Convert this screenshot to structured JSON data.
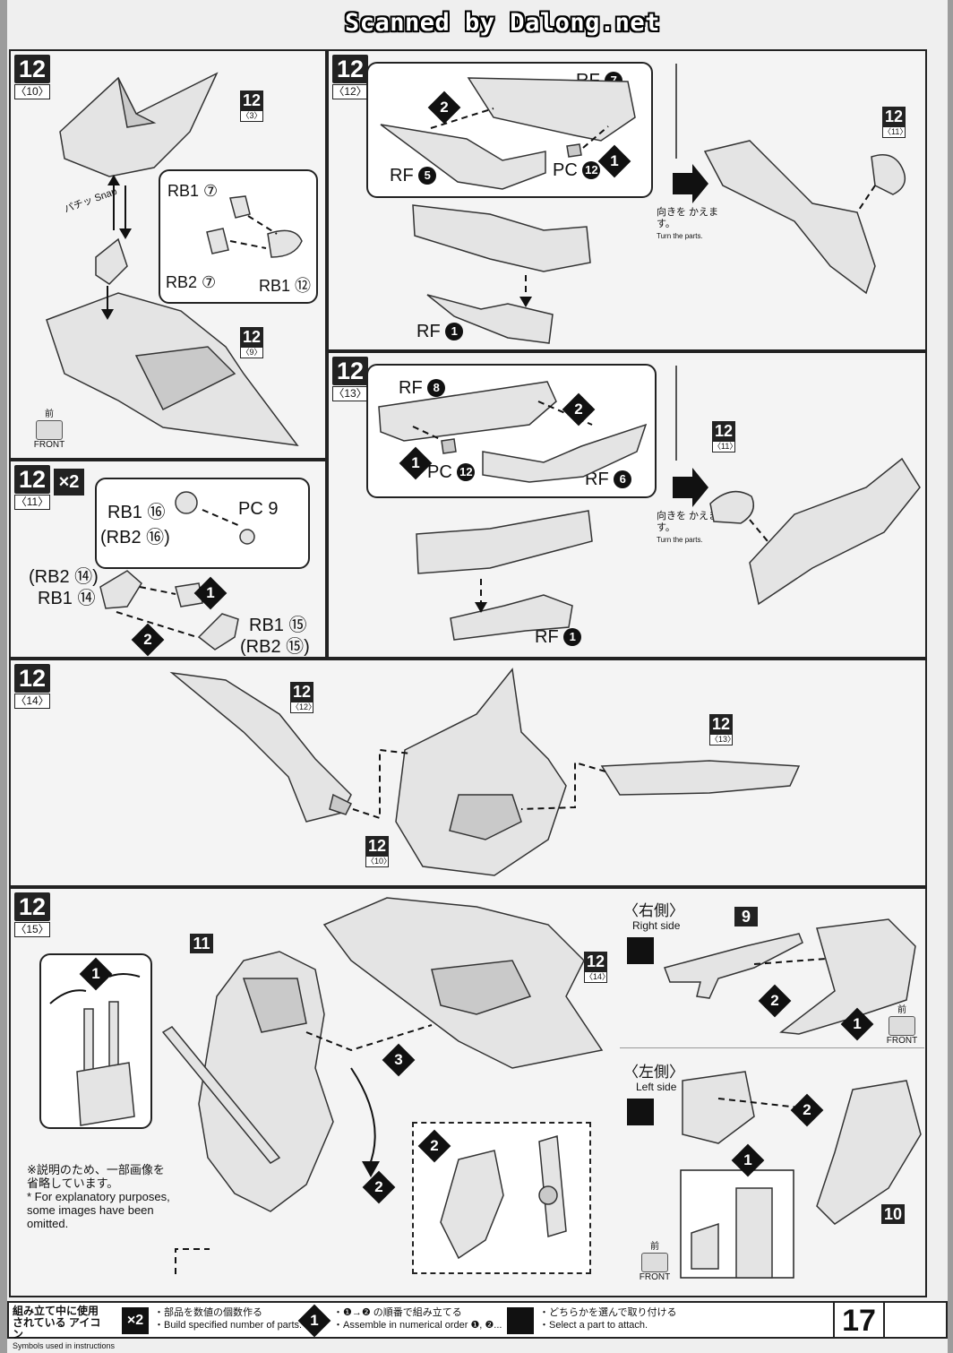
{
  "watermark": "Scanned by Dalong.net",
  "steps": {
    "s10": {
      "num": "12",
      "sub": "〈10〉",
      "ref3": {
        "num": "12",
        "sub": "〈3〉"
      },
      "ref9": {
        "num": "12",
        "sub": "〈9〉"
      },
      "snap": "パチッ Snap",
      "labels": [
        "RB1 ⑦",
        "RB2 ⑦",
        "RB1 ⑫"
      ],
      "front": {
        "jp": "前",
        "en": "FRONT"
      }
    },
    "s12": {
      "num": "12",
      "sub": "〈12〉",
      "labels": {
        "rf7": "RF",
        "rf7n": "7",
        "rf5": "RF",
        "rf5n": "5",
        "pc": "PC",
        "pcn": "12",
        "rf1": "RF",
        "rf1n": "1"
      },
      "turn": {
        "jp": "向きを かえます。",
        "en": "Turn the parts."
      },
      "ref11": {
        "num": "12",
        "sub": "〈11〉"
      }
    },
    "s11": {
      "num": "12",
      "sub": "〈11〉",
      "mult": "×2",
      "labels": {
        "pc9": "PC 9",
        "rb1_16": "RB1 ⑯",
        "rb2_16": "(RB2 ⑯)",
        "rb2_14": "(RB2 ⑭)",
        "rb1_14": "RB1 ⑭",
        "rb1_15": "RB1 ⑮",
        "rb2_15": "(RB2 ⑮)"
      }
    },
    "s13": {
      "num": "12",
      "sub": "〈13〉",
      "labels": {
        "rf8": "RF",
        "rf8n": "8",
        "pc": "PC",
        "pcn": "12",
        "rf6": "RF",
        "rf6n": "6",
        "rf1": "RF",
        "rf1n": "1"
      },
      "turn": {
        "jp": "向きを かえます。",
        "en": "Turn the parts."
      },
      "ref11": {
        "num": "12",
        "sub": "〈11〉"
      }
    },
    "s14": {
      "num": "12",
      "sub": "〈14〉",
      "ref12": {
        "num": "12",
        "sub": "〈12〉"
      },
      "ref13": {
        "num": "12",
        "sub": "〈13〉"
      },
      "ref10": {
        "num": "12",
        "sub": "〈10〉"
      }
    },
    "s15": {
      "num": "12",
      "sub": "〈15〉",
      "ref14": {
        "num": "12",
        "sub": "〈14〉"
      },
      "part11": "11",
      "note_jp": "※説明のため、一部画像を 省略しています。",
      "note_en": "* For explanatory purposes, some images have been omitted.",
      "right": {
        "jp": "〈右側〉",
        "en": "Right side",
        "part": "9"
      },
      "left": {
        "jp": "〈左側〉",
        "en": "Left side",
        "part": "10"
      },
      "front": {
        "jp": "前",
        "en": "FRONT"
      }
    }
  },
  "legend": {
    "title_jp": "組み立て中に使用 されている アイコン",
    "title_en": "Symbols used in instructions",
    "items": [
      {
        "icon": "×2",
        "jp": "・部品を数値の個数作る",
        "en": "・Build specified number of parts."
      },
      {
        "icon": "1",
        "jp": "・❶→❷ の順番で組み立てる",
        "en": "・Assemble in numerical order ❶, ❷..."
      },
      {
        "icon": "select-icon",
        "jp": "・どちらかを選んで取り付ける",
        "en": "・Select a part to attach."
      }
    ]
  },
  "page_number": "17"
}
